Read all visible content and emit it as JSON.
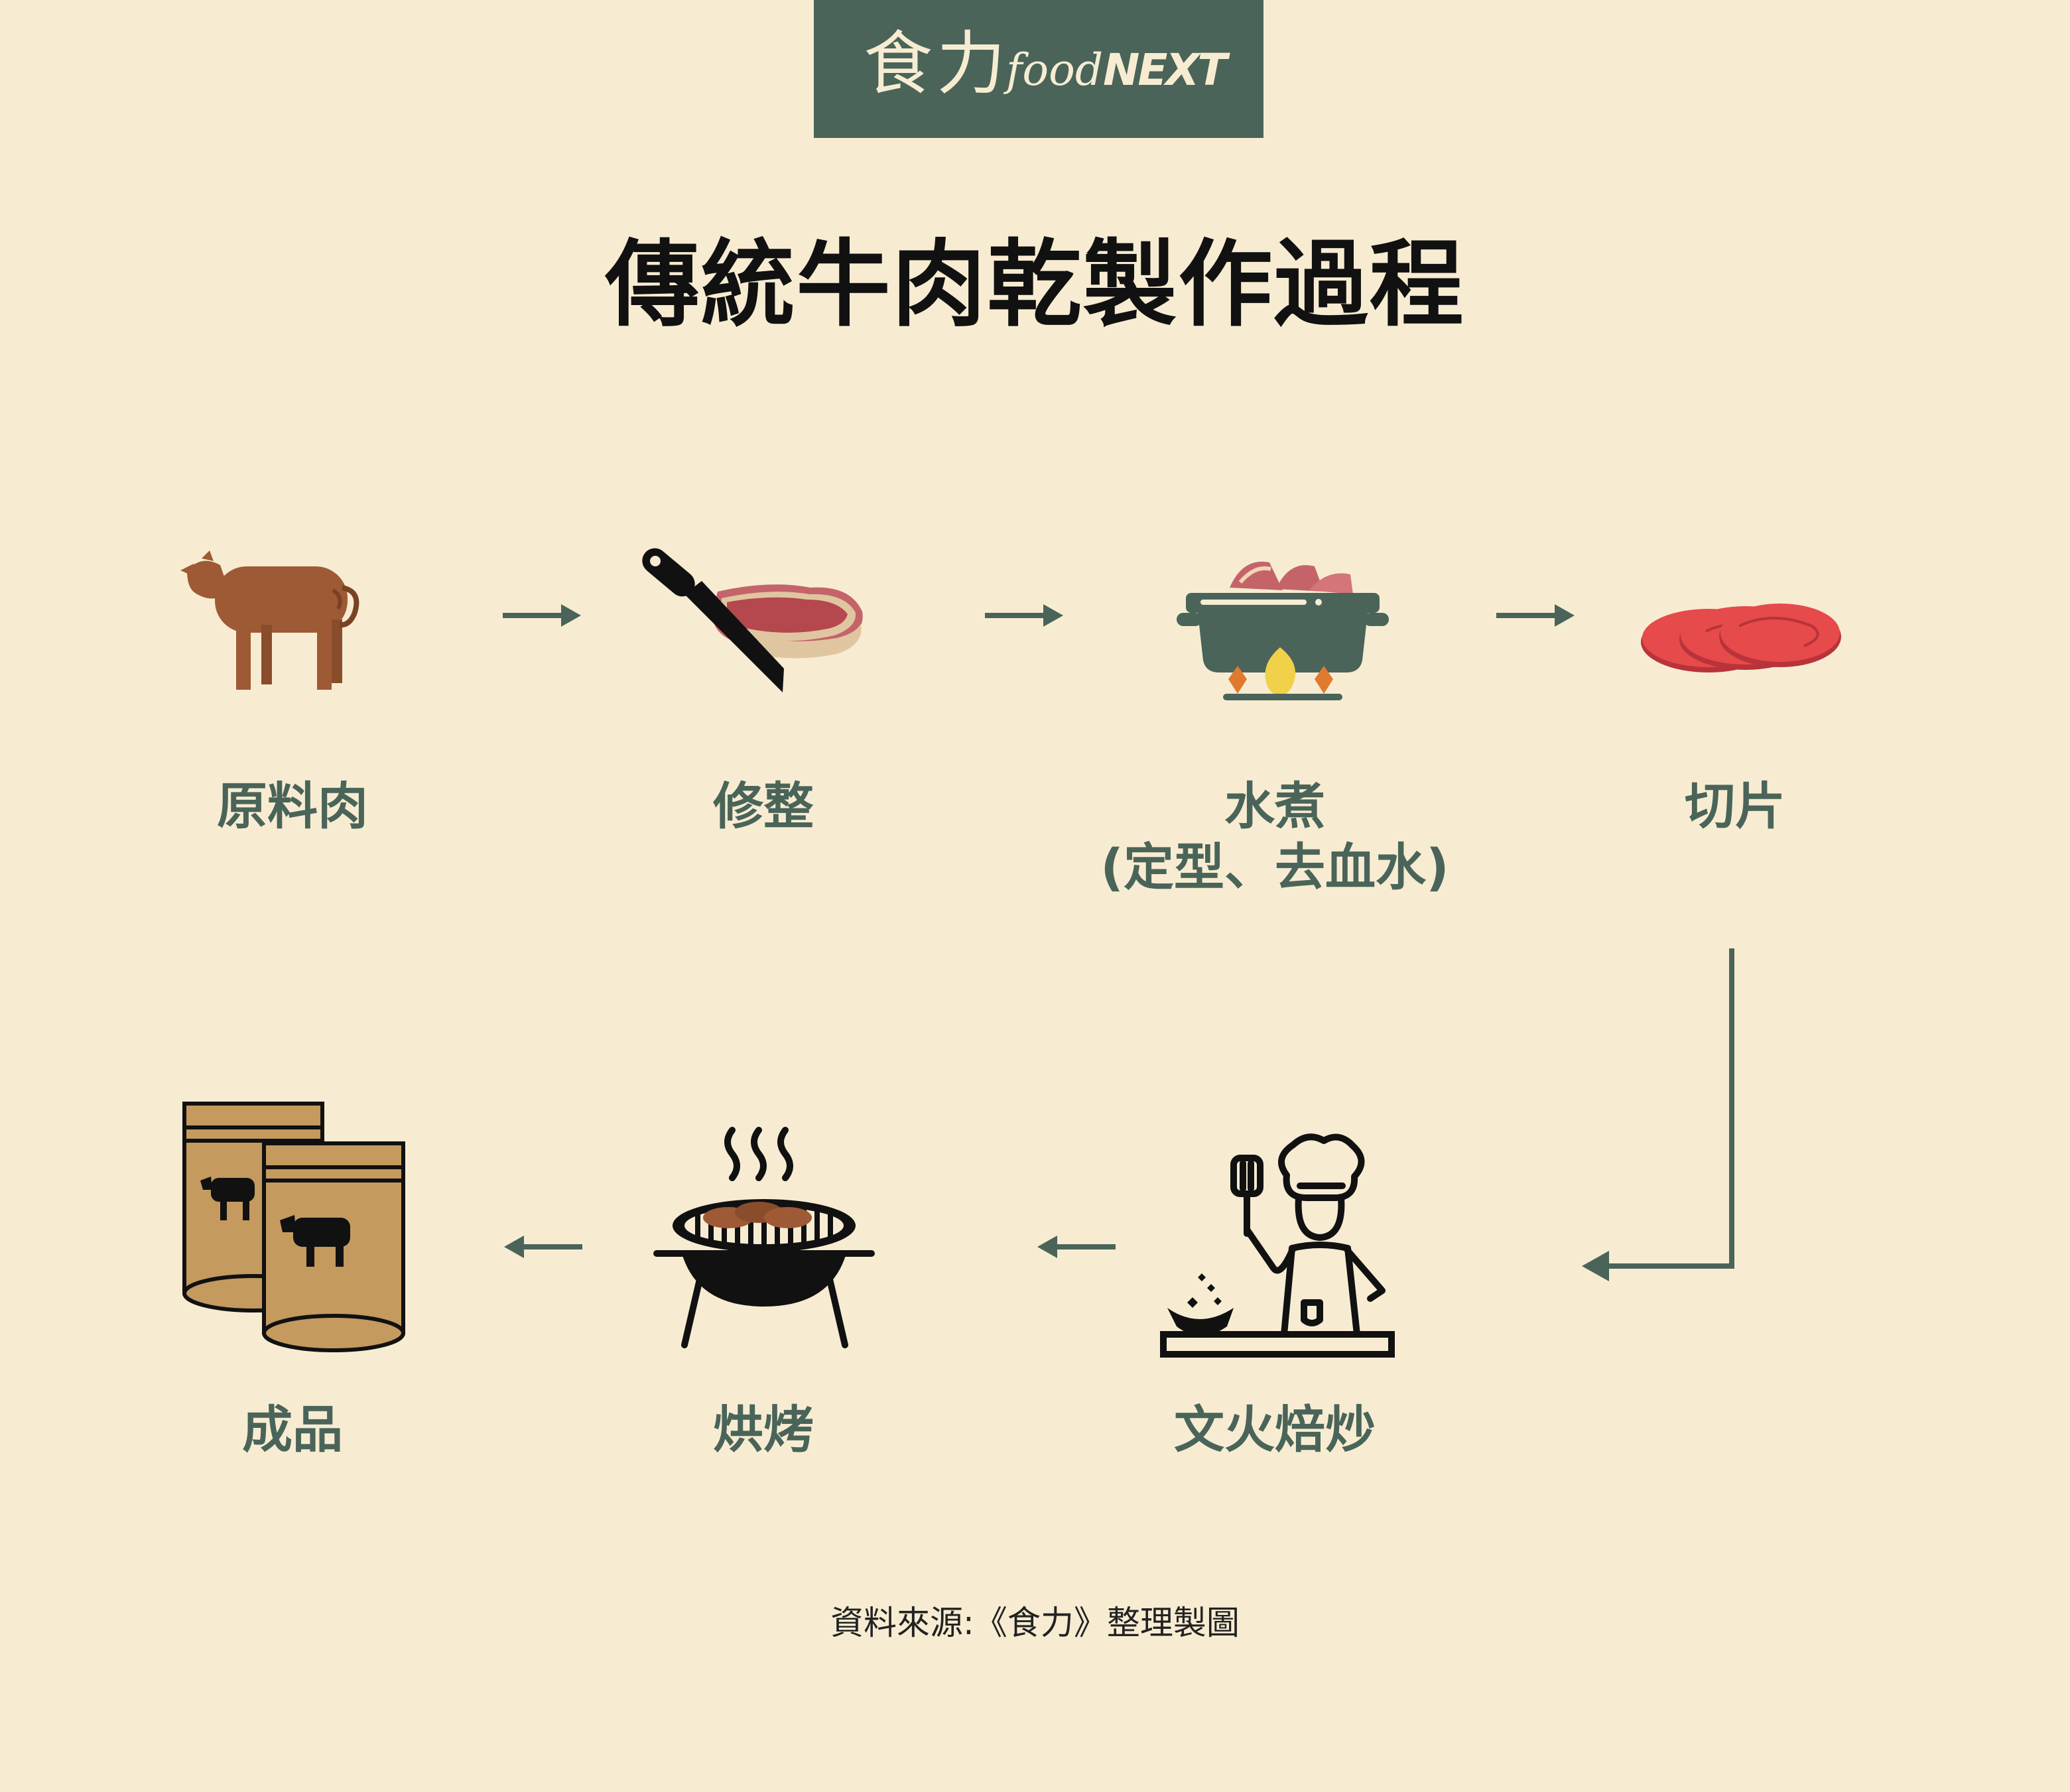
{
  "brand": {
    "name_cn": "食力",
    "name_en_part1": "food",
    "name_en_part2": "NEXT"
  },
  "title": "傳統牛肉乾製作過程",
  "steps": [
    {
      "label": "原料肉",
      "icon": "cow-icon"
    },
    {
      "label": "修整",
      "icon": "knife-meat-icon"
    },
    {
      "label": "水煮",
      "note": "(定型、去血水)",
      "icon": "boiling-pot-icon"
    },
    {
      "label": "切片",
      "icon": "meat-slices-icon"
    },
    {
      "label": "文火焙炒",
      "icon": "chef-stir-fry-icon"
    },
    {
      "label": "烘烤",
      "icon": "grill-icon"
    },
    {
      "label": "成品",
      "icon": "jerky-bags-icon"
    }
  ],
  "source": "資料來源:《食力》整理製圖",
  "colors": {
    "background": "#f7ecd2",
    "brand_green": "#4a6459",
    "meat_brown": "#9e5a35",
    "bag_tan": "#c49a5f"
  }
}
